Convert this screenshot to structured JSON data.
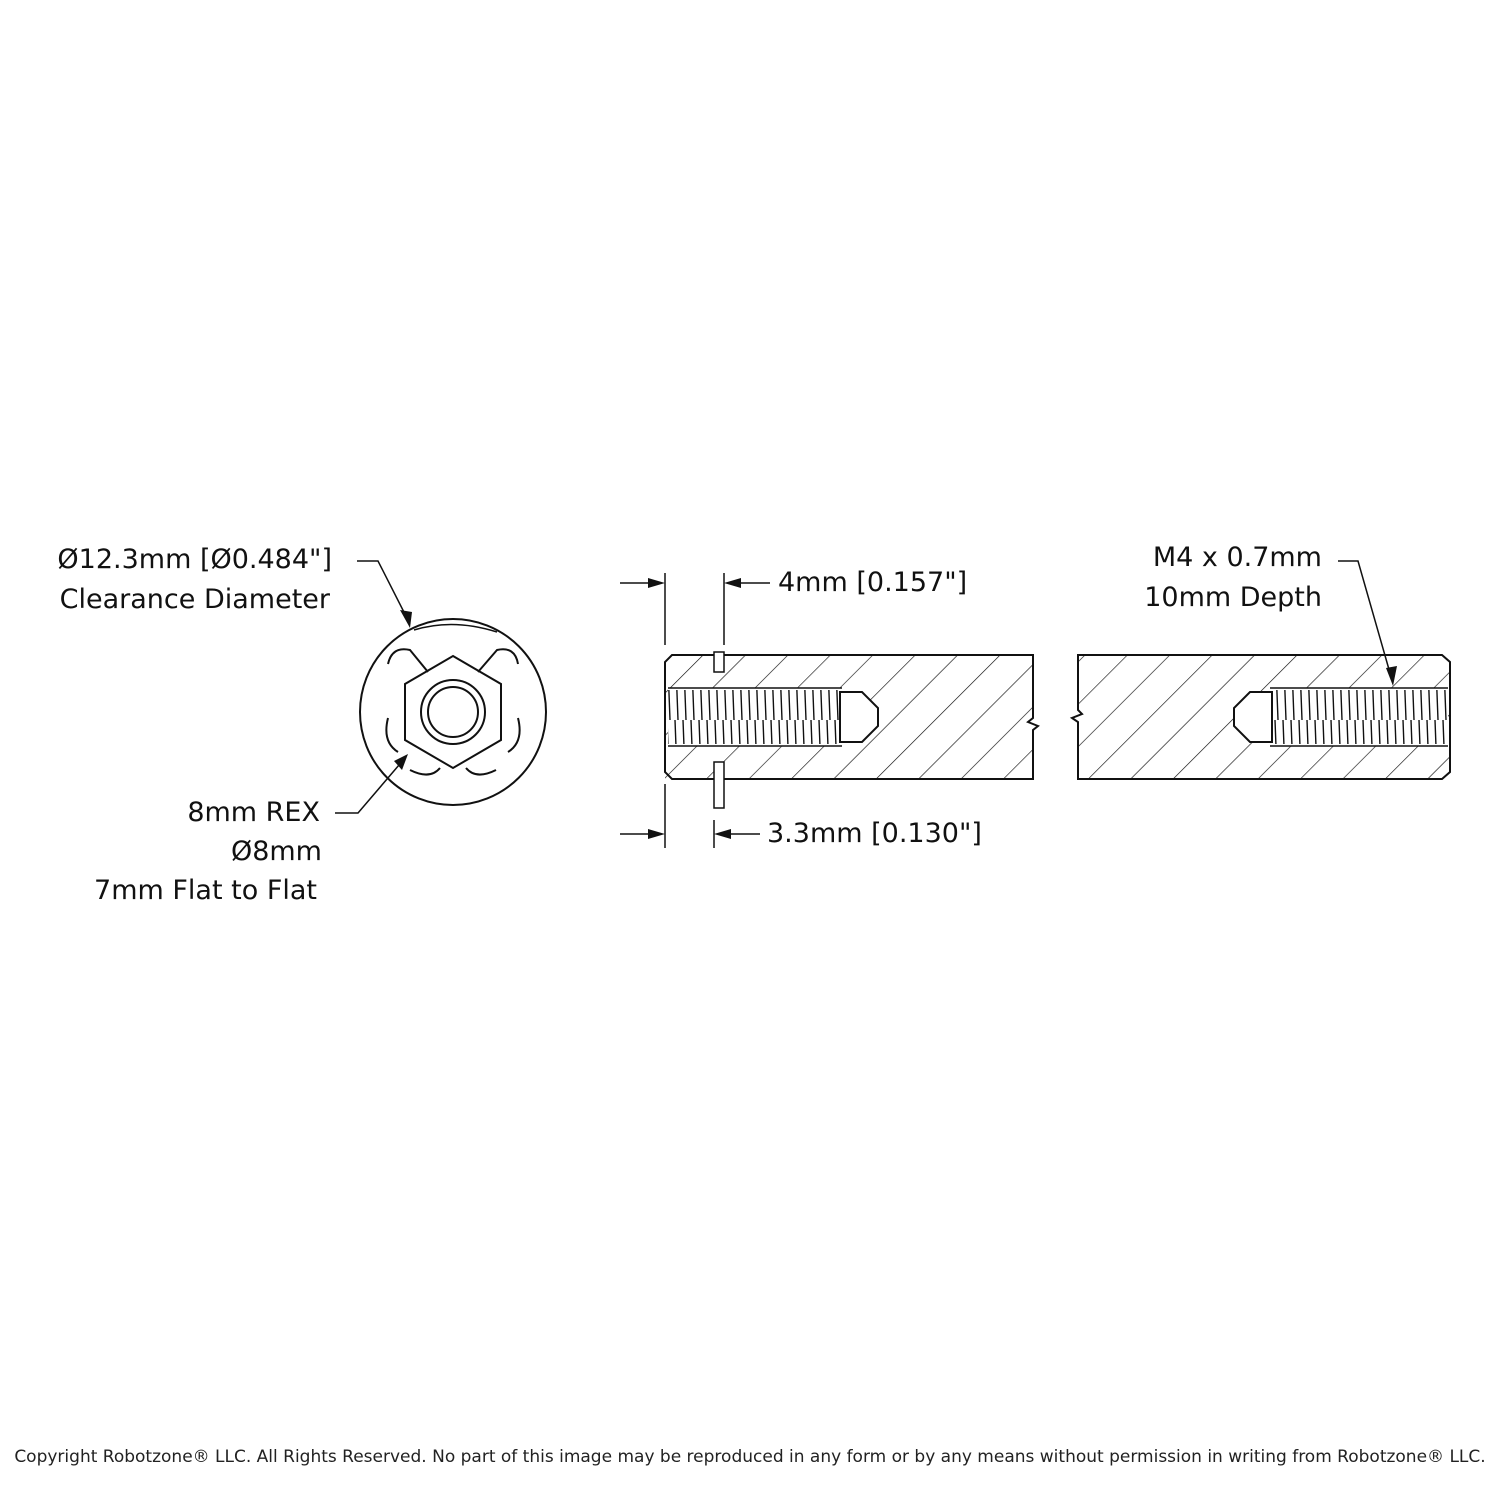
{
  "labels": {
    "clearance_dim": "Ø12.3mm [Ø0.484\"]",
    "clearance_name": "Clearance Diameter",
    "rex_name": "8mm REX",
    "rex_diameter": "Ø8mm",
    "rex_flat": "7mm Flat to Flat",
    "depth_4mm": "4mm [0.157\"]",
    "depth_3_3mm": "3.3mm [0.130\"]",
    "thread_spec": "M4 x 0.7mm",
    "thread_depth": "10mm Depth"
  },
  "footer": {
    "copyright": "Copyright Robotzone® LLC.  All Rights Reserved. No part of this image may be reproduced in any form or by any means without permission in writing from Robotzone® LLC."
  }
}
